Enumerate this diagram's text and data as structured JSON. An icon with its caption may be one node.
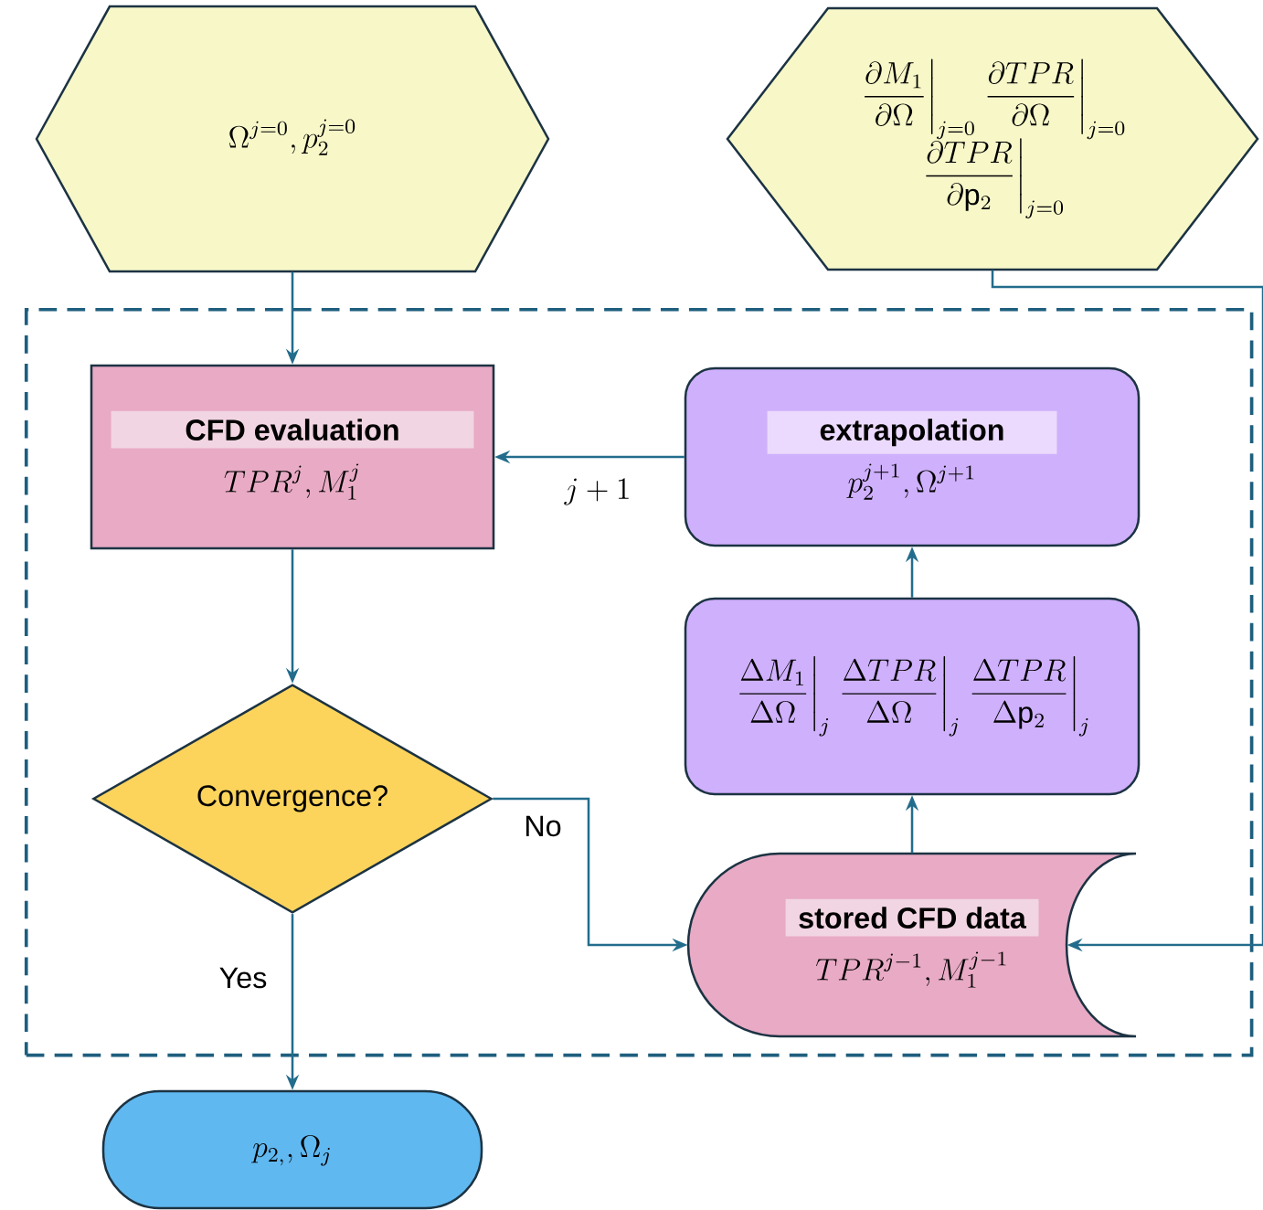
{
  "diagram": {
    "nodes": [
      {
        "text": [
          "\\Omega^{j=0}, p_2^{j=0}"
        ]
      },
      {
        "text": [
          "\\left.\\frac{\\partial M_1}{\\partial\\Omega}\\right|_{j=0} \\left.\\frac{\\partial TPR}{\\partial\\Omega}\\right|_{j=0}",
          "\\left.\\frac{\\partial TPR}{\\partial \\mathrm{p}_2}\\right|_{j=0}"
        ]
      },
      {
        "text": [],
        "shape": "box"
      },
      {
        "text": [
          "CFD evaluation",
          "TPR^j, M_1^j"
        ],
        "in": 2
      },
      {
        "text": [
          "extrapolation",
          "p_2^{j+1}, \\Omega^{j+1}"
        ],
        "in": 2
      },
      {
        "text": [
          "\\left.\\frac{\\Delta M_1}{\\Delta\\Omega}\\right|_j \\left.\\frac{\\Delta TPR}{\\Delta\\Omega}\\right|_j \\left.\\frac{\\Delta TPR}{\\Delta \\mathrm{p}_2}\\right|_j"
        ],
        "in": 2
      },
      {
        "text": [
          "Convergence?"
        ],
        "in": 2
      },
      {
        "text": [
          "stored CFD data",
          "TPR^{j-1}, M_1^{j-1}"
        ],
        "in": 2
      },
      {
        "text": [
          "p_{2,}, \\Omega_j"
        ]
      }
    ],
    "edges": [
      {
        "from": 0,
        "to": 3,
        "arrow": "to"
      },
      {
        "from": 1,
        "to": 7,
        "arrow": "to"
      },
      {
        "from": 7,
        "to": 5,
        "arrow": "to"
      },
      {
        "from": 5,
        "to": 4,
        "arrow": "to"
      },
      {
        "from": 4,
        "to": 3,
        "arrow": "to",
        "label": "j + 1"
      },
      {
        "from": 3,
        "to": 6,
        "arrow": "to"
      },
      {
        "from": 6,
        "to": 7,
        "arrow": "to",
        "label": "No"
      },
      {
        "from": 6,
        "to": 8,
        "arrow": "to",
        "label": "Yes"
      }
    ]
  }
}
